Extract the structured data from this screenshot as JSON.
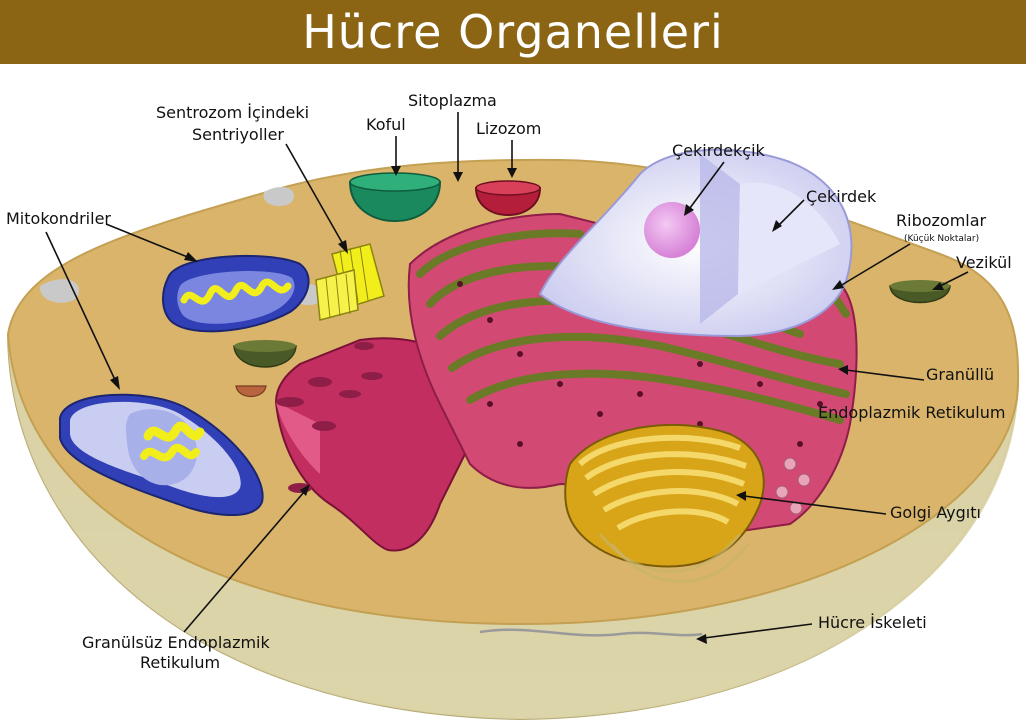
{
  "title": "Hücre Organelleri",
  "colors": {
    "header": "#8c6514",
    "cytoplasm_top": "#d9b46a",
    "cell_wall": "#d9cf9e",
    "er": "#d24a74",
    "er_dark": "#8e1e48",
    "er_membrane": "#6b7a26",
    "golgi": "#e0b42c",
    "mitochondria": "#3140b6",
    "matrix": "#f2ee1c",
    "nucleus": "#dcdcf6",
    "nucleolus": "#e6a2e6"
  },
  "labels": {
    "mitokondriler": "Mitokondriler",
    "sentrozom_1": "Sentrozom İçindeki",
    "sentrozom_2": "Sentriyoller",
    "sitoplazma": "Sitoplazma",
    "koful": "Koful",
    "lizozom": "Lizozom",
    "cekirdekcik": "Çekirdekçik",
    "cekirdek": "Çekirdek",
    "ribozomlar": "Ribozomlar",
    "ribozomlar_note": "(Küçük Noktalar)",
    "vezikul": "Vezikül",
    "granullu_1": "Granüllü",
    "granullu_2": "Endoplazmik Retikulum",
    "golgi": "Golgi Aygıtı",
    "granulsuz_1": "Granülsüz Endoplazmik",
    "granulsuz_2": "Retikulum",
    "hucre_iskeleti": "Hücre İskeleti"
  }
}
